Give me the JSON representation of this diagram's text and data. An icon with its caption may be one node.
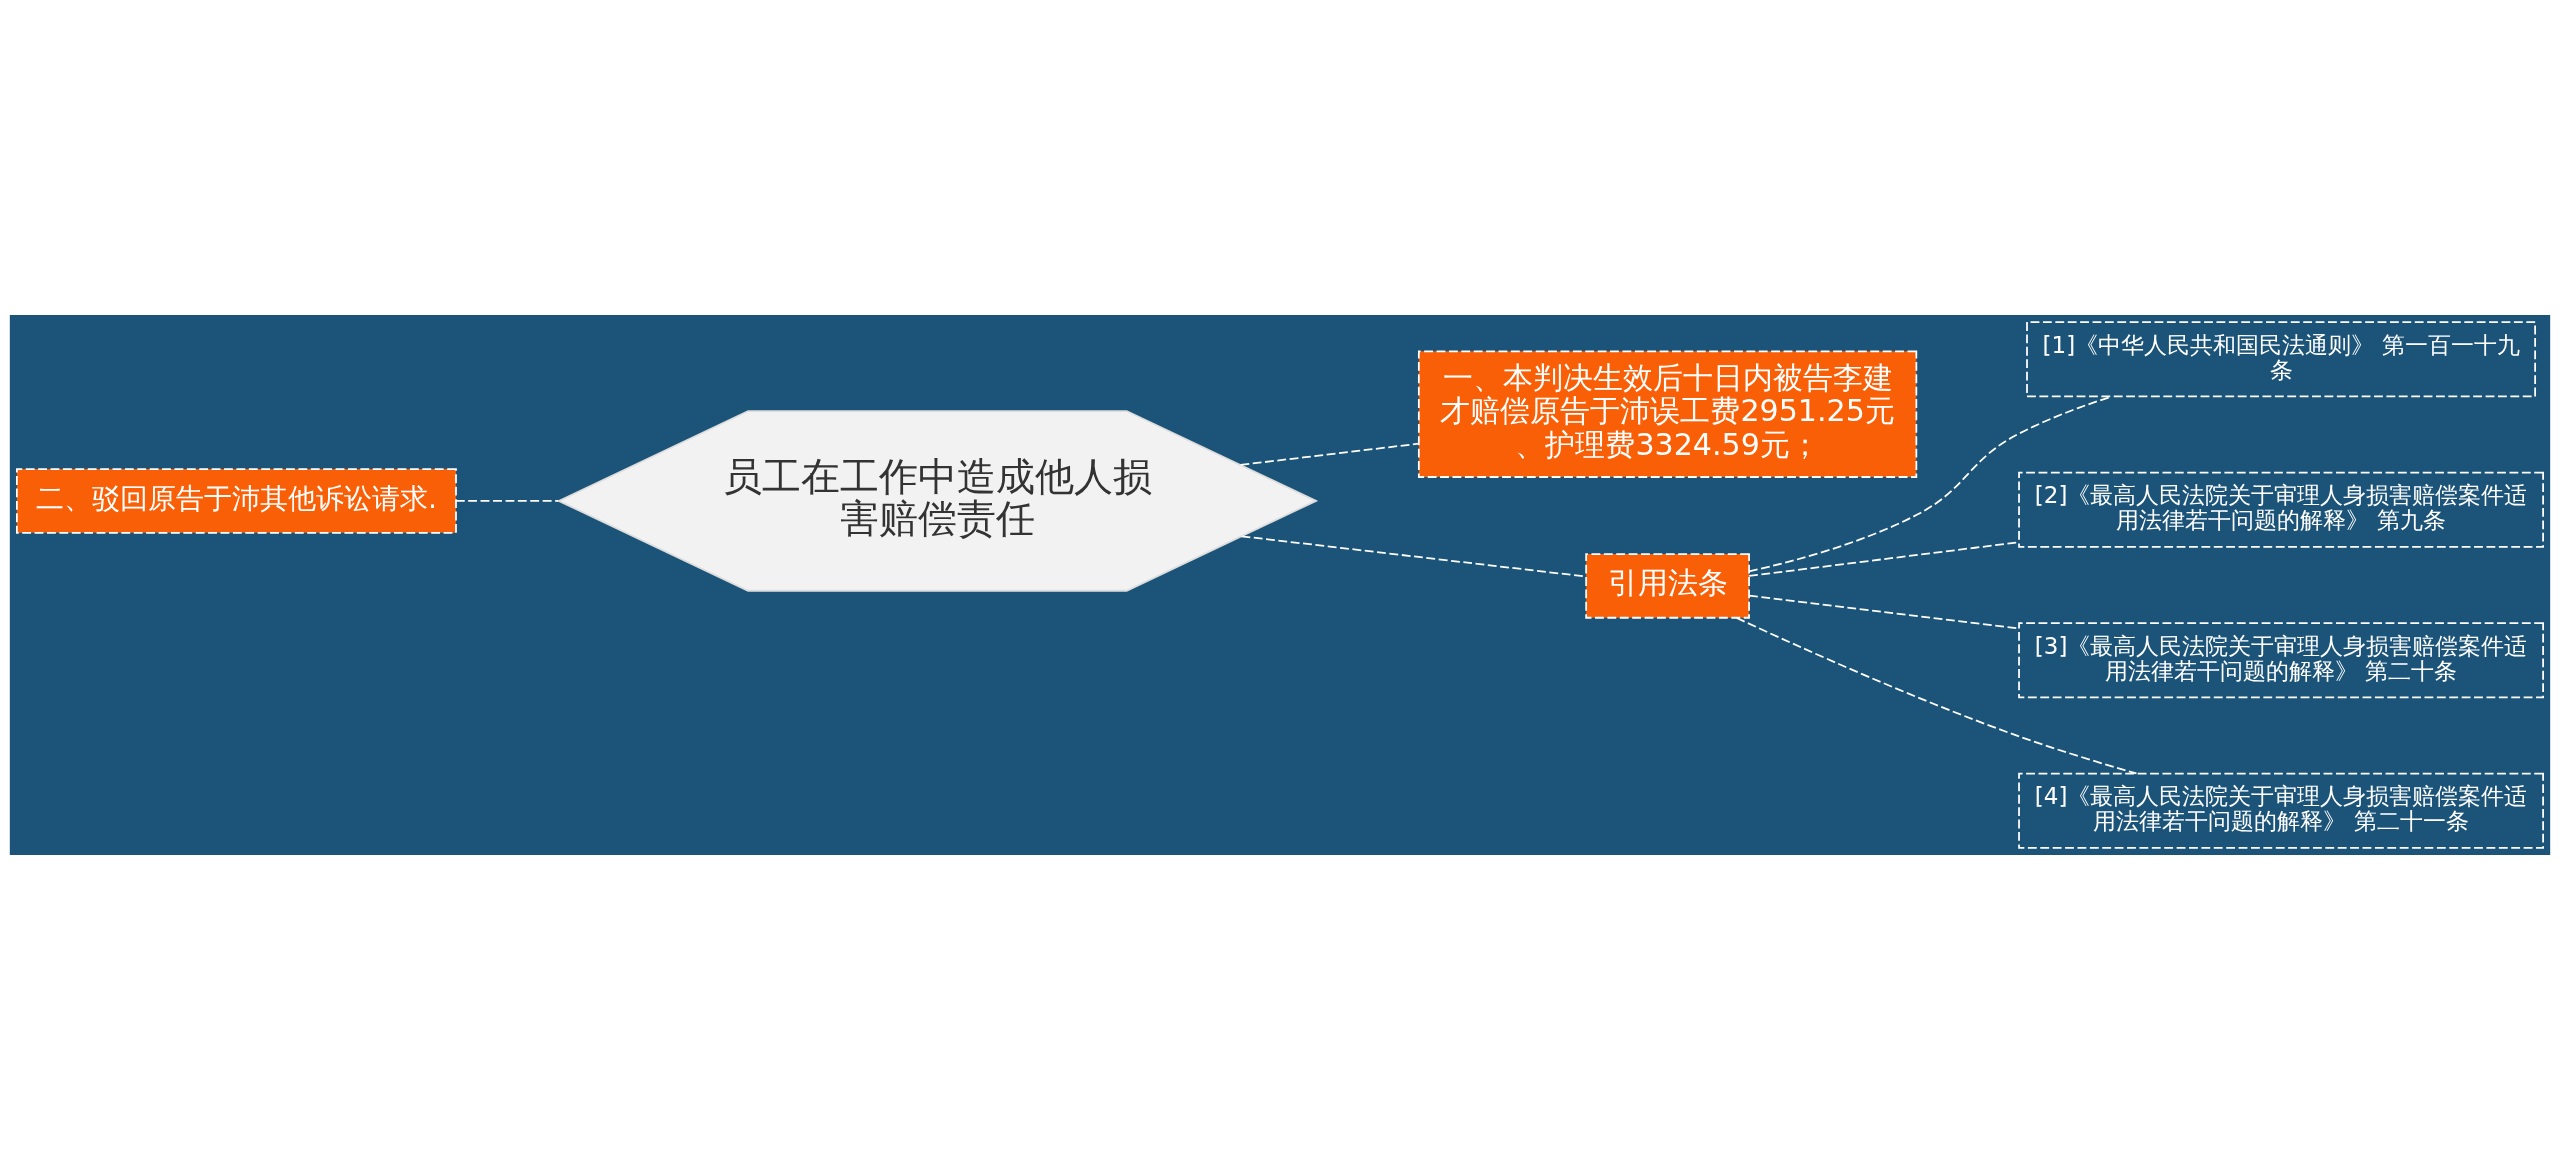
{
  "diagram": {
    "nodes": [
      {
        "text": [
          "员工在工作中造成他人损害赔偿责任"
        ]
      },
      {
        "text": [
          "二、驳回原告于沛其他诉讼请求."
        ]
      },
      {
        "text": [
          "一、本判决生效后十日内被告李建才赔偿原告于沛误工费2951.25元、护理费3324.59元；"
        ]
      },
      {
        "text": [
          "引用法条"
        ]
      },
      {
        "text": [
          "[1]《中华人民共和国民法通则》 第一百一十九条"
        ]
      },
      {
        "text": [
          "[2]《最高人民法院关于审理人身损害赔偿案件适用法律若干问题的解释》 第九条"
        ]
      },
      {
        "text": [
          "[3]《最高人民法院关于审理人身损害赔偿案件适用法律若干问题的解释》 第二十条"
        ]
      },
      {
        "text": [
          "[4]《最高人民法院关于审理人身损害赔偿案件适用法律若干问题的解释》 第二十一条"
        ]
      }
    ],
    "edges": [
      {
        "from": 0,
        "to": 1,
        "arrow": "none",
        "style": "dashed"
      },
      {
        "from": 0,
        "to": 2,
        "arrow": "none",
        "style": "dashed"
      },
      {
        "from": 0,
        "to": 3,
        "arrow": "none",
        "style": "dashed"
      },
      {
        "from": 3,
        "to": 4,
        "arrow": "none",
        "style": "dashed"
      },
      {
        "from": 3,
        "to": 5,
        "arrow": "none",
        "style": "dashed"
      },
      {
        "from": 3,
        "to": 6,
        "arrow": "none",
        "style": "dashed"
      },
      {
        "from": 3,
        "to": 7,
        "arrow": "none",
        "style": "dashed"
      }
    ]
  }
}
